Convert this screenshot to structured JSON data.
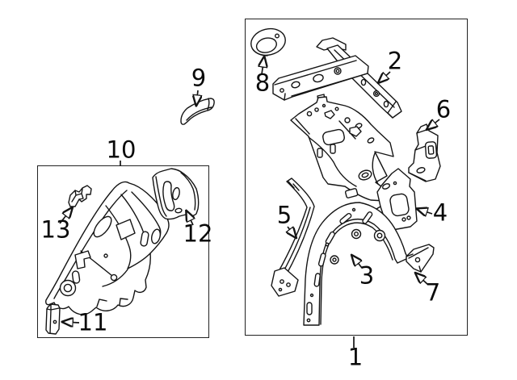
{
  "diagram": {
    "background": "#ffffff",
    "line_color": "#141414",
    "box_border_color": "#222222",
    "callouts": [
      {
        "label": "1"
      },
      {
        "label": "2"
      },
      {
        "label": "3"
      },
      {
        "label": "4"
      },
      {
        "label": "5"
      },
      {
        "label": "6"
      },
      {
        "label": "7"
      },
      {
        "label": "8"
      },
      {
        "label": "9"
      },
      {
        "label": "10"
      },
      {
        "label": "11"
      },
      {
        "label": "12"
      },
      {
        "label": "13"
      }
    ]
  }
}
